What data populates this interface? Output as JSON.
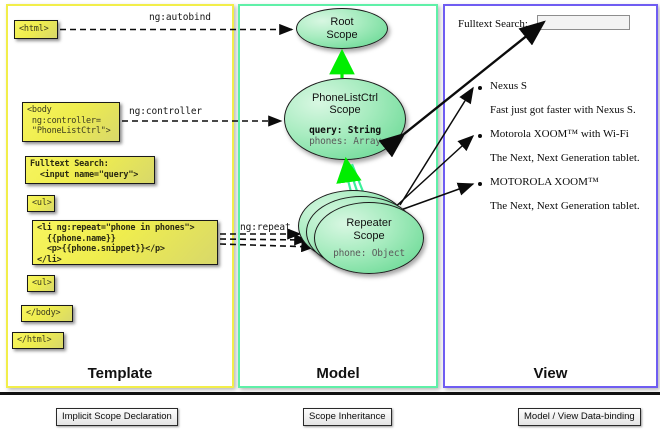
{
  "diagram": {
    "title": "AngularJS Template / Model / View scope diagram",
    "colors": {
      "template_border": "#f2ee4a",
      "model_border": "#5ff0a8",
      "view_border": "#6f5df2",
      "code_box_fill": "#efed4e",
      "scope_fill": "#7ddfa2",
      "inheritance_arrow": "#00ee00",
      "declaration_arrow": "#000000",
      "databinding_arrow": "#000000"
    }
  },
  "panels": {
    "template": {
      "label": "Template",
      "boxes": [
        {
          "name": "html-open-box",
          "text": "<html>"
        },
        {
          "name": "body-open-box",
          "text": "<body\n ng:controller=\n \"PhoneListCtrl\">"
        },
        {
          "name": "search-box",
          "text": "Fulltext Search:\n  <input name=\"query\">"
        },
        {
          "name": "ul-open-box",
          "text": "<ul>"
        },
        {
          "name": "li-repeat-box",
          "text": "<li ng:repeat=\"phone in phones\">\n  {{phone.name}}\n  <p>{{phone.snippet}}</p>\n</li>"
        },
        {
          "name": "ul-close-box",
          "text": "<ul>"
        },
        {
          "name": "body-close-box",
          "text": "</body>"
        },
        {
          "name": "html-close-box",
          "text": "</html>"
        }
      ]
    },
    "model": {
      "label": "Model",
      "scopes": [
        {
          "name": "root-scope",
          "title_line1": "Root",
          "title_line2": "Scope",
          "props": []
        },
        {
          "name": "phonelistctrl-scope",
          "title_line1": "PhoneListCtrl",
          "title_line2": "Scope",
          "props": [
            {
              "text": "query: String",
              "highlight": true
            },
            {
              "text": "phones: Array",
              "highlight": false
            }
          ]
        },
        {
          "name": "repeater-scope",
          "title_line1": "Repeater",
          "title_line2": "Scope",
          "props": [
            {
              "text": "phone: Object",
              "highlight": false
            }
          ]
        }
      ]
    },
    "view": {
      "label": "View",
      "search_label": "Fulltext Search:",
      "search_value": "",
      "items": [
        {
          "name": "Nexus S",
          "snippet": "Fast just got faster with Nexus S."
        },
        {
          "name": "Motorola XOOM™  with Wi-Fi",
          "snippet": "The Next, Next Generation tablet."
        },
        {
          "name": "MOTOROLA XOOM™",
          "snippet": "The Next, Next Generation tablet."
        }
      ]
    }
  },
  "edges": {
    "autobind_label": "ng:autobind",
    "controller_label": "ng:controller",
    "repeat_label": "ng:repeat"
  },
  "legend": {
    "items": [
      {
        "name": "implicit-scope-declaration",
        "label": "Implicit Scope Declaration",
        "arrow": "dashed-black"
      },
      {
        "name": "scope-inheritance",
        "label": "Scope Inheritance",
        "arrow": "solid-green"
      },
      {
        "name": "model-view-data-binding",
        "label": "Model / View Data-binding",
        "arrow": "double-black"
      }
    ]
  }
}
